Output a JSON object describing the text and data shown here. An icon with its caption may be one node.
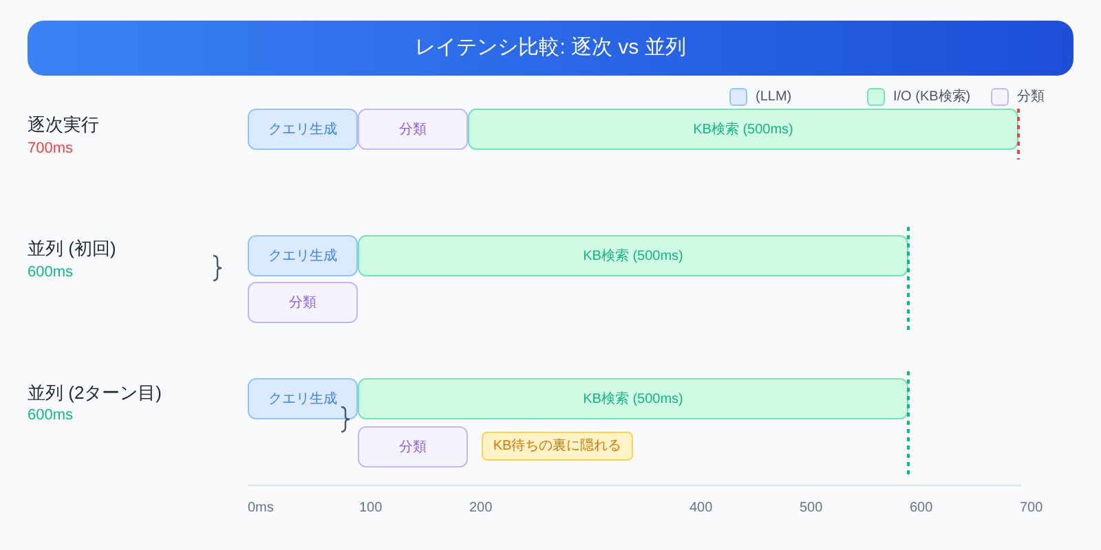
{
  "diagram": {
    "title": "レイテンシ比較: 逐次 vs 並列",
    "nodes": [
      {
        "text": [
          "クエリ生成"
        ]
      },
      {
        "text": [
          "分類"
        ]
      },
      {
        "text": [
          "KB検索 (500ms)"
        ]
      },
      {
        "text": [
          "クエリ生成"
        ]
      },
      {
        "text": [
          "KB検索 (500ms)"
        ]
      },
      {
        "text": [
          "分類"
        ]
      },
      {
        "text": [
          "クエリ生成"
        ]
      },
      {
        "text": [
          "KB検索 (500ms)"
        ]
      },
      {
        "text": [
          "分類"
        ]
      },
      {
        "text": [
          "KB待ちの裏に隠れる"
        ]
      }
    ],
    "labels": [
      "逐次実行",
      "700ms",
      "並列 (初回)",
      "600ms",
      "並列 (2ターン目)",
      "600ms",
      "0ms",
      "100",
      "200",
      "400",
      "500",
      "600",
      "700"
    ],
    "legend": [
      {
        "text": "(LLM)",
        "color": "#dbeafe"
      },
      {
        "text": "I/O (KB検索)",
        "color": "#d1fae5"
      },
      {
        "text": "分類",
        "color": "#f5f3ff"
      }
    ]
  }
}
